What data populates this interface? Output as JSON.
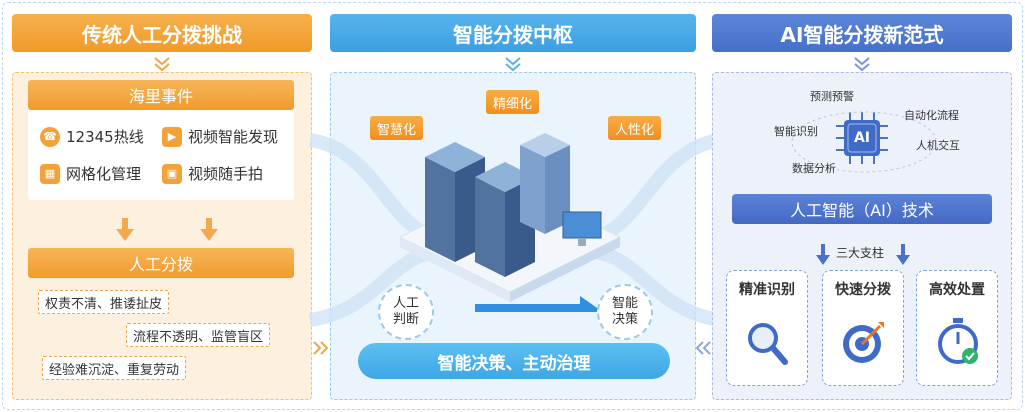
{
  "left": {
    "header": "传统人工分拨挑战",
    "events_title": "海里事件",
    "events": [
      {
        "label": "12345热线",
        "icon": "phone-icon"
      },
      {
        "label": "视频智能发现",
        "icon": "video-camera-icon"
      },
      {
        "label": "网格化管理",
        "icon": "grid-icon"
      },
      {
        "label": "视频随手拍",
        "icon": "mobile-camera-icon"
      }
    ],
    "dispatch_title": "人工分拨",
    "problems": [
      "权责不清、推诿扯皮",
      "流程不透明、监管盲区",
      "经验难沉淀、重复劳动"
    ]
  },
  "middle": {
    "header": "智能分拨中枢",
    "features": [
      "智慧化",
      "精细化",
      "人性化"
    ],
    "judge": "人工\n判断",
    "decide": "智能\n决策",
    "bottom_bar": "智能决策、主动治理"
  },
  "right": {
    "header": "AI智能分拨新范式",
    "chip_label": "AI",
    "keywords": [
      "预测预警",
      "自动化流程",
      "智能识别",
      "人机交互",
      "数据分析"
    ],
    "tech_bar": "人工智能（AI）技术",
    "pillars_label": "三大支柱",
    "pillars": [
      {
        "title": "精准识别",
        "icon": "magnifier-icon"
      },
      {
        "title": "快速分拨",
        "icon": "target-icon"
      },
      {
        "title": "高效处置",
        "icon": "stopwatch-icon"
      }
    ]
  },
  "colors": {
    "orange": "#f19a2a",
    "blue": "#3d9fe1",
    "navy": "#4670c8"
  }
}
